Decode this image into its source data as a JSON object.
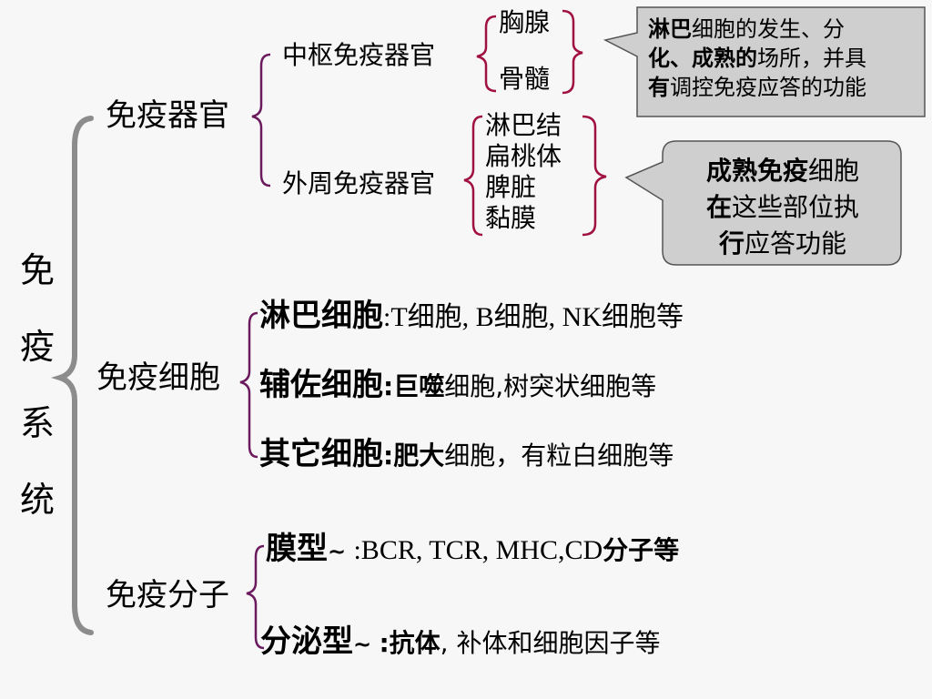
{
  "title_chars": [
    "免",
    "疫",
    "系",
    "统"
  ],
  "organs": {
    "label": "免疫器官",
    "central": {
      "label": "中枢免疫器官",
      "items": [
        "胸腺",
        "骨髓"
      ],
      "note": {
        "b1": "淋巴",
        "t1": "细胞的发生、分",
        "b2": "化、成熟的",
        "t2": "场所，并具",
        "b3": "有",
        "t3": "调控免疫应答的功能"
      }
    },
    "peripheral": {
      "label": "外周免疫器官",
      "items": [
        "淋巴结",
        "扁桃体",
        "脾脏",
        "黏膜"
      ],
      "note": {
        "b1": "成熟免疫",
        "t1": "细胞",
        "b2": "在",
        "t2": "这些部位执",
        "b3": "行",
        "t3": "应答功能"
      }
    }
  },
  "cells": {
    "label": "免疫细胞",
    "rows": [
      {
        "head": "淋巴细胞",
        "detail": ":T细胞, B细胞, NK细胞等"
      },
      {
        "head": "辅佐细胞",
        "detail_bold": ":巨噬",
        "detail": "细胞,树突状细胞等"
      },
      {
        "head": "其它细胞",
        "detail_bold": ":肥大",
        "detail": "细胞，有粒白细胞等"
      }
    ]
  },
  "molecules": {
    "label": "免疫分子",
    "rows": [
      {
        "head": "膜型",
        "tilde": "~ ",
        "detail": ":BCR, TCR, MHC,CD",
        "detail_bold": "分子等"
      },
      {
        "head": "分泌型",
        "tilde": "~ ",
        "detail_bold": ":抗体",
        "detail": ", 补体和细胞因子等"
      }
    ]
  },
  "colors": {
    "brace_gray": "#8c8c8c",
    "brace_purple": "#6b1a5e",
    "brace_red": "#a01040",
    "callout_fill": "#cfcfcf"
  }
}
